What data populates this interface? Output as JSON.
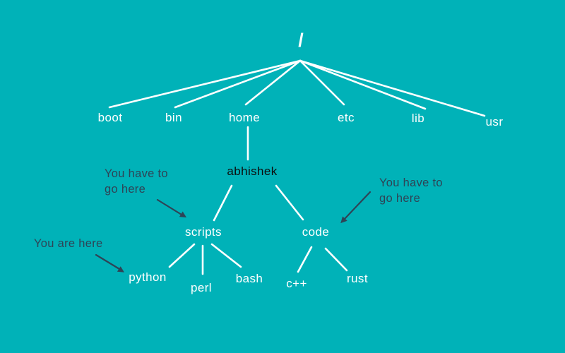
{
  "colors": {
    "background": "#00b2b8",
    "tree_lines": "#ffffff",
    "node_text": "#ffffff",
    "highlighted_node_text": "#0d0d0d",
    "annotation": "#2e4456"
  },
  "nodes": {
    "root": {
      "label": "/"
    },
    "boot": {
      "label": "boot"
    },
    "bin": {
      "label": "bin"
    },
    "home": {
      "label": "home"
    },
    "etc": {
      "label": "etc"
    },
    "lib": {
      "label": "lib"
    },
    "usr": {
      "label": "usr"
    },
    "abhishek": {
      "label": "abhishek"
    },
    "scripts": {
      "label": "scripts"
    },
    "code": {
      "label": "code"
    },
    "python": {
      "label": "python"
    },
    "perl": {
      "label": "perl"
    },
    "bash": {
      "label": "bash"
    },
    "cpp": {
      "label": "c++"
    },
    "rust": {
      "label": "rust"
    }
  },
  "annotations": {
    "go_here_left": {
      "line1": "You have to",
      "line2": "go here",
      "target": "scripts"
    },
    "go_here_right": {
      "line1": "You have to",
      "line2": "go here",
      "target": "code"
    },
    "you_are_here": {
      "line1": "You are here",
      "target": "python"
    }
  }
}
